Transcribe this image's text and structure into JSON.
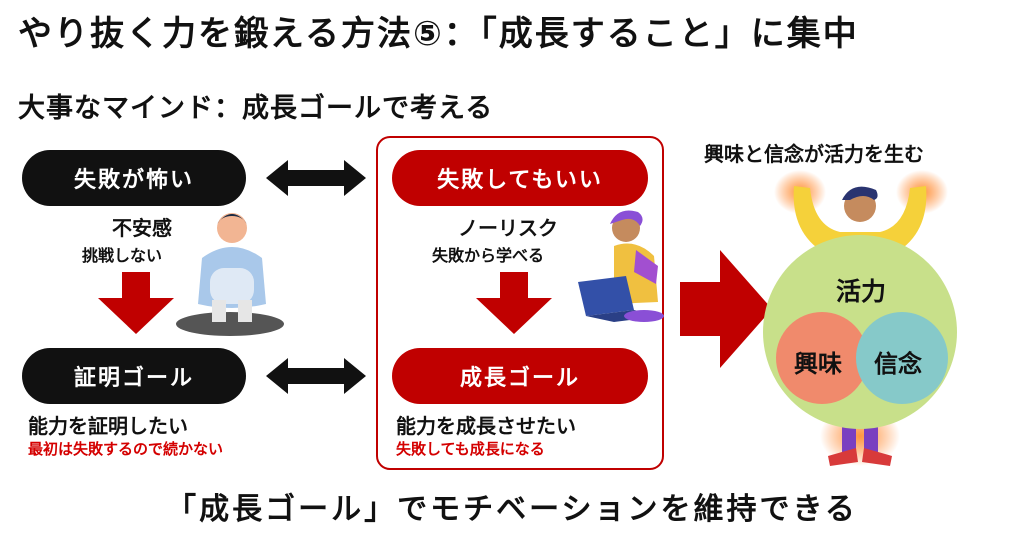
{
  "title": "やり抜く力を鍛える方法⑤：「成長すること」に集中",
  "subtitle": "大事なマインド：成長ゴールで考える",
  "left": {
    "fear_label": "失敗が怖い",
    "anxiety": "不安感",
    "no_challenge": "挑戦しない",
    "proof_goal_label": "証明ゴール",
    "want_prove": "能力を証明したい",
    "give_up": "最初は失敗するので続かない"
  },
  "right": {
    "ok_fail_label": "失敗してもいい",
    "no_risk": "ノーリスク",
    "learn": "失敗から学べる",
    "growth_goal_label": "成長ゴール",
    "want_grow": "能力を成長させたい",
    "growth_from_fail": "失敗しても成長になる"
  },
  "venn": {
    "caption": "興味と信念が活力を生む",
    "outer": "活力",
    "left": "興味",
    "right": "信念"
  },
  "bottom_text": "「成長ゴール」でモチベーションを維持できる",
  "colors": {
    "accent_red": "#c00000",
    "black": "#111111",
    "green": "#c8e08a",
    "salmon": "#f08a6c",
    "teal": "#86c9c9"
  }
}
